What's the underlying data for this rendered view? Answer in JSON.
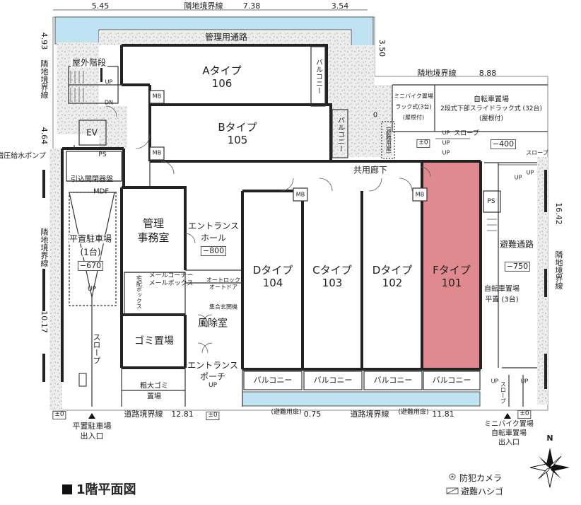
{
  "dimensions": {
    "top_left": "5.45",
    "top_mid": "7.38",
    "top_right": "3.54",
    "right_upper": "3.50",
    "right_second": "8.88",
    "left_upper": "4.93",
    "left_mid": "4.64",
    "left_lower": "10.17",
    "right_lower": "16.42",
    "bottom_left": "12.81",
    "bottom_mid": "0.75",
    "bottom_right": "11.81"
  },
  "boundaries": {
    "neighbor": "隣地境界線",
    "road": "道路境界線"
  },
  "units": {
    "a": {
      "type": "Aタイプ",
      "number": "106"
    },
    "b": {
      "type": "Bタイプ",
      "number": "105"
    },
    "d104": {
      "type": "Dタイプ",
      "number": "104"
    },
    "c": {
      "type": "Cタイプ",
      "number": "103"
    },
    "d102": {
      "type": "Dタイプ",
      "number": "102"
    },
    "f": {
      "type": "Fタイプ",
      "number": "101"
    }
  },
  "rooms": {
    "management_path": "管理用通路",
    "outdoor_stairs": "屋外階段",
    "ev": "EV",
    "ps": "PS",
    "mb": "MB",
    "hikikomi": "引込開閉器盤",
    "mdf": "MDF",
    "parking_line1": "平置駐車場",
    "parking_line2": "(1台)",
    "parking_level": "−670",
    "slope": "スロープ",
    "office_line1": "管理",
    "office_line2": "事務室",
    "entrance_hall_line1": "エントランス",
    "entrance_hall_line2": "ホール",
    "entrance_level": "−800",
    "mail_corner_line1": "メールコーナー",
    "mail_corner_line2": "メールボックス",
    "delivery_box": "宅配ボックス",
    "autolock_line1": "オートロック",
    "autolock_line2": "オートドア",
    "intercom": "集合玄関機",
    "windbreak": "風除室",
    "garbage": "ゴミ置場",
    "porch_line1": "エントランス",
    "porch_line2": "ポーチ",
    "bulky_line1": "粗大ゴミ",
    "bulky_line2": "置場",
    "corridor": "共用廊下",
    "balcony": "バルコニー",
    "evac_path": "避難通路",
    "evac_level": "−750",
    "bike_flat_line1": "自転車置場",
    "bike_flat_line2": "平置 (3台)",
    "minibike_line1": "ミニバイク置場",
    "minibike_line2": "ラック式(3台)",
    "minibike_line3": "(屋根付)",
    "bike_line1": "自転車置場",
    "bike_line2": "2段式下部スライドラック式 (32台)",
    "bike_line3": "(屋根付)",
    "level_400": "−400",
    "pump": "増圧給水ポンプ",
    "evac_door": "(避難用扉)",
    "up": "UP",
    "dn": "DN",
    "zero": "±0",
    "zero_plain": "0"
  },
  "entrances": {
    "parking_line1": "平置駐車場",
    "parking_line2": "出入口",
    "bike_line1": "ミニバイク置場",
    "bike_line2": "自転車置場",
    "bike_line3": "出入口"
  },
  "compass": "N",
  "title": "1階平面図",
  "legend": {
    "camera": "防犯カメラ",
    "ladder": "避難ハシゴ"
  },
  "colors": {
    "wall": "#222222",
    "water": "#bfe3f2",
    "gravel": "#e9e9e9",
    "highlight_unit": "#e0898f",
    "background": "#ffffff"
  }
}
